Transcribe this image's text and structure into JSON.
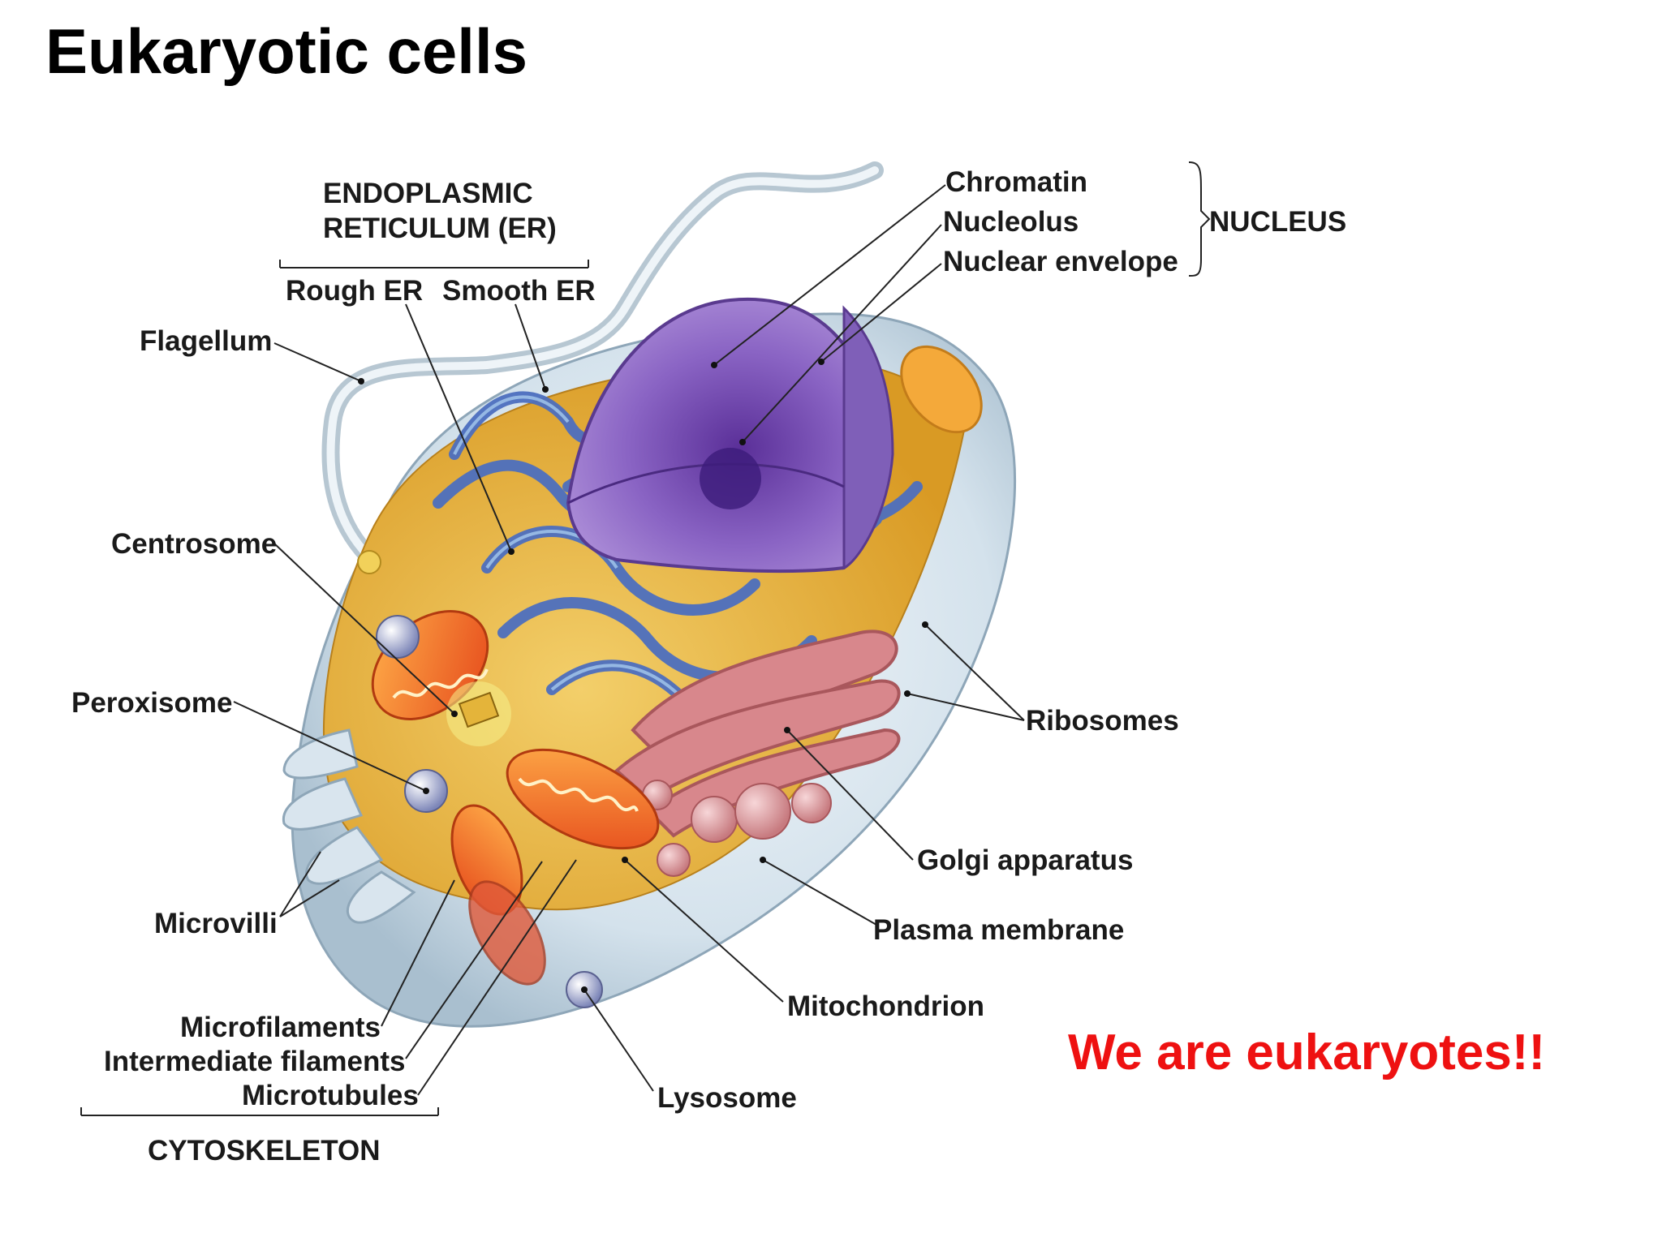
{
  "title": "Eukaryotic cells",
  "note": "We are eukaryotes!!",
  "labels": {
    "er_group": [
      "ENDOPLASMIC",
      "RETICULUM (ER)"
    ],
    "rough_er": "Rough ER",
    "smooth_er": "Smooth ER",
    "flagellum": "Flagellum",
    "centrosome": "Centrosome",
    "peroxisome": "Peroxisome",
    "microvilli": "Microvilli",
    "microfilaments": "Microfilaments",
    "intermediate_filaments": "Intermediate filaments",
    "microtubules": "Microtubules",
    "cytoskeleton": "CYTOSKELETON",
    "chromatin": "Chromatin",
    "nucleolus": "Nucleolus",
    "nuclear_envelope": "Nuclear envelope",
    "nucleus": "NUCLEUS",
    "ribosomes": "Ribosomes",
    "golgi": "Golgi apparatus",
    "plasma_membrane": "Plasma membrane",
    "mitochondrion": "Mitochondrion",
    "lysosome": "Lysosome"
  },
  "colors": {
    "note": "#ee1111",
    "cytoplasm": "#e8b23a",
    "er": "#5b7fc9",
    "nucleus": "#7b4fb0",
    "golgi": "#d98a8e",
    "mitochondrion": "#f07a1e",
    "membrane": "#cfdde8"
  }
}
